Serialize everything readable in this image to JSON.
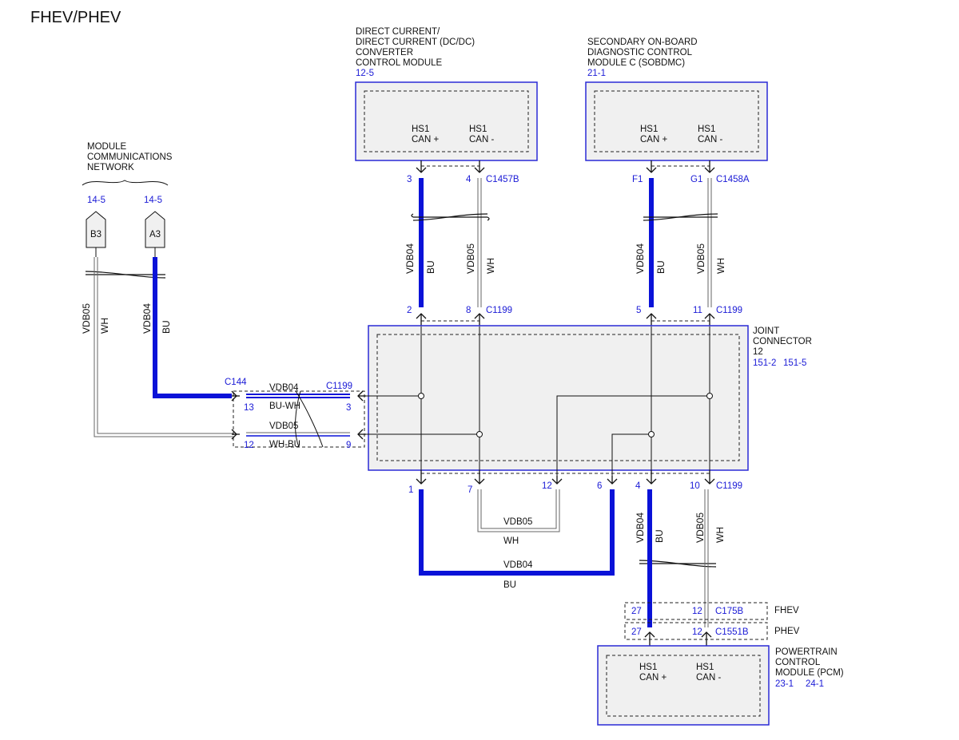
{
  "page_title": "FHEV/PHEV",
  "network": {
    "label": [
      "MODULE",
      "COMMUNICATIONS",
      "NETWORK"
    ],
    "ref_left": "14-5",
    "ref_right": "14-5",
    "pin_left": "B3",
    "pin_right": "A3"
  },
  "dcdc": {
    "name": [
      "DIRECT CURRENT/",
      "DIRECT CURRENT (DC/DC)",
      "CONVERTER",
      "CONTROL MODULE"
    ],
    "ref": "12-5",
    "pin_plus": [
      "HS1",
      "CAN +"
    ],
    "pin_minus": [
      "HS1",
      "CAN -"
    ],
    "connector": "C1457B",
    "pin_a": "3",
    "pin_b": "4"
  },
  "sobdmc": {
    "name": [
      "SECONDARY ON-BOARD",
      "DIAGNOSTIC CONTROL",
      "MODULE C (SOBDMC)"
    ],
    "ref": "21-1",
    "pin_plus": [
      "HS1",
      "CAN +"
    ],
    "pin_minus": [
      "HS1",
      "CAN -"
    ],
    "connector": "C1458A",
    "pin_a": "F1",
    "pin_b": "G1"
  },
  "joint": {
    "name": [
      "JOINT",
      "CONNECTOR",
      "12"
    ],
    "ref_a": "151-2",
    "ref_b": "151-5"
  },
  "pcm": {
    "name": [
      "POWERTRAIN",
      "CONTROL",
      "MODULE (PCM)"
    ],
    "ref_a": "23-1",
    "ref_b": "24-1",
    "pin_plus": [
      "HS1",
      "CAN +"
    ],
    "pin_minus": [
      "HS1",
      "CAN -"
    ]
  },
  "wires": {
    "vdb04": "VDB04",
    "vdb05": "VDB05",
    "bu": "BU",
    "wh": "WH",
    "bu_wh": "BU-WH",
    "wh_bu": "WH-BU"
  },
  "connectors": {
    "c1199": "C1199",
    "c144": "C144",
    "c175b": "C175B",
    "c1551b": "C1551B",
    "fhev": "FHEV",
    "phev": "PHEV",
    "top_left_a": "2",
    "top_left_b": "8",
    "top_right_a": "5",
    "top_right_b": "11",
    "side_c144_a": "13",
    "side_c144_b": "12",
    "side_c1199_a": "3",
    "side_c1199_b": "9",
    "bot_1": "1",
    "bot_7": "7",
    "bot_12": "12",
    "bot_6": "6",
    "bot_4": "4",
    "bot_10": "10",
    "c175b_a": "27",
    "c175b_b": "12",
    "c1551b_a": "27",
    "c1551b_b": "12"
  },
  "colors": {
    "wire_blue": "#0a12d8",
    "box_blue": "#2a2ad6",
    "box_fill": "#f0f0f0",
    "ref_text": "#1a1ad6"
  }
}
